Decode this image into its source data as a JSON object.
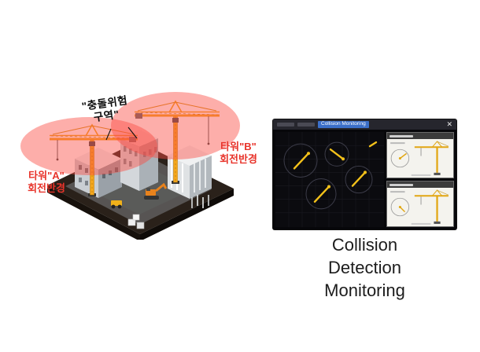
{
  "scene": {
    "danger_zone": {
      "line1": "\"충돌위험",
      "line2": "구역\""
    },
    "tower_b": {
      "line1": "타워\"B\"",
      "line2": "회전반경"
    },
    "tower_a": {
      "line1": "타워\"A\"",
      "line2": "회전반경"
    }
  },
  "monitor": {
    "active_tab": "Collision Monitoring",
    "close_glyph": "✕"
  },
  "caption": {
    "line1": "Collision",
    "line2": "Detection",
    "line3": "Monitoring"
  },
  "colors": {
    "rotation_zone_red": "#fa4b42",
    "label_red": "#e8332a",
    "crane_yellow": "#f4a71d",
    "monitor_boom_yellow": "#f3c11a",
    "active_tab_blue": "#3b6fc9"
  }
}
